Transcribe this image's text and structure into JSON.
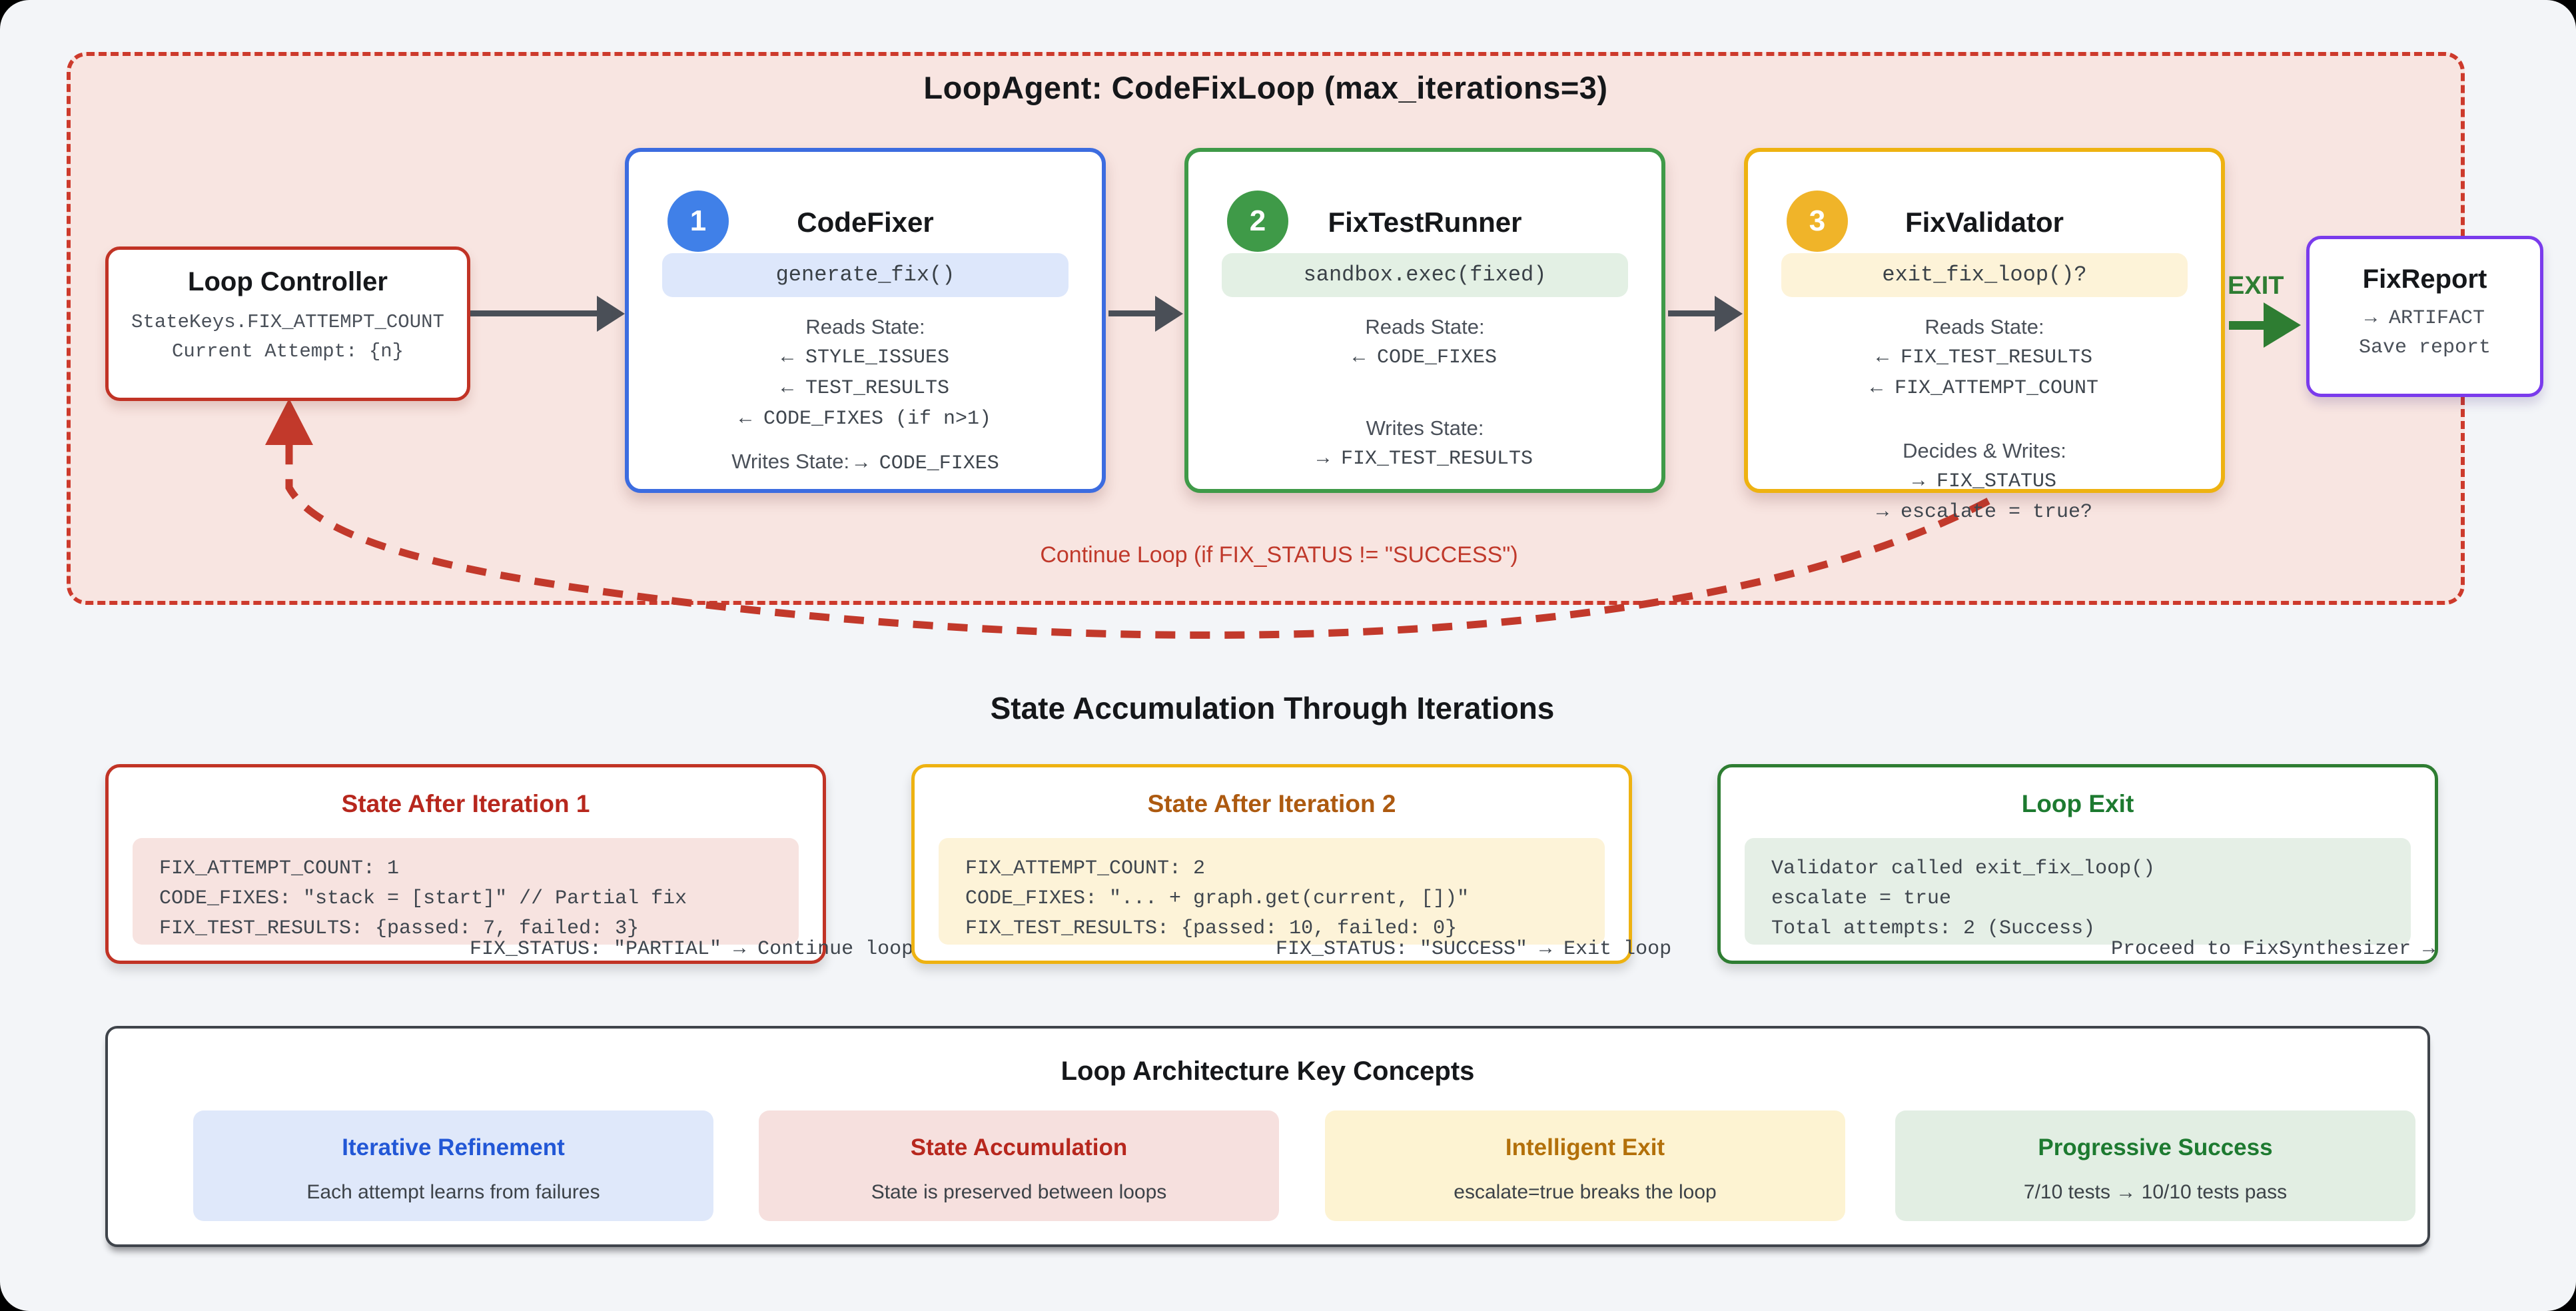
{
  "loop": {
    "title": "LoopAgent: CodeFixLoop (max_iterations=3)",
    "continue_label": "Continue Loop (if FIX_STATUS != \"SUCCESS\")",
    "exit_label": "EXIT"
  },
  "controller": {
    "title": "Loop Controller",
    "lines": [
      "StateKeys.FIX_ATTEMPT_COUNT",
      "Current Attempt: {n}"
    ]
  },
  "agents": [
    {
      "badge": "1",
      "title": "CodeFixer",
      "code_pill": "generate_fix()",
      "reads_label": "Reads State:",
      "reads": [
        "← STYLE_ISSUES",
        "← TEST_RESULTS",
        "← CODE_FIXES (if n>1)"
      ],
      "writes_label": "Writes State:",
      "writes_inline": "→ CODE_FIXES"
    },
    {
      "badge": "2",
      "title": "FixTestRunner",
      "code_pill": "sandbox.exec(fixed)",
      "reads_label": "Reads State:",
      "reads": [
        "← CODE_FIXES"
      ],
      "writes_label": "Writes State:",
      "writes": [
        "→ FIX_TEST_RESULTS"
      ]
    },
    {
      "badge": "3",
      "title": "FixValidator",
      "code_pill": "exit_fix_loop()?",
      "reads_label": "Reads State:",
      "reads": [
        "← FIX_TEST_RESULTS",
        "← FIX_ATTEMPT_COUNT"
      ],
      "writes_label": "Decides & Writes:",
      "writes": [
        "→ FIX_STATUS",
        "→ escalate = true?"
      ]
    }
  ],
  "report": {
    "title": "FixReport",
    "lines": [
      "→ ARTIFACT",
      "Save report"
    ]
  },
  "state_section": {
    "heading": "State Accumulation Through Iterations",
    "cards": [
      {
        "title": "State After Iteration 1",
        "code_lines": [
          "FIX_ATTEMPT_COUNT: 1",
          "CODE_FIXES: \"stack = [start]\" // Partial fix",
          "FIX_TEST_RESULTS: {passed: 7, failed: 3}"
        ],
        "overflow_line": "FIX_STATUS: \"PARTIAL\" → Continue loop"
      },
      {
        "title": "State After Iteration 2",
        "code_lines": [
          "FIX_ATTEMPT_COUNT: 2",
          "CODE_FIXES: \"... + graph.get(current, [])\"",
          "FIX_TEST_RESULTS: {passed: 10, failed: 0}"
        ],
        "overflow_line": "FIX_STATUS: \"SUCCESS\" → Exit loop"
      },
      {
        "title": "Loop Exit",
        "code_lines": [
          "Validator called exit_fix_loop()",
          "escalate = true",
          "Total attempts: 2 (Success)"
        ],
        "overflow_line": "Proceed to FixSynthesizer →"
      }
    ]
  },
  "concepts": {
    "title": "Loop Architecture Key Concepts",
    "cards": [
      {
        "title": "Iterative Refinement",
        "body": "Each attempt learns from failures"
      },
      {
        "title": "State Accumulation",
        "body": "State is preserved between loops"
      },
      {
        "title": "Intelligent Exit",
        "body": "escalate=true breaks the loop"
      },
      {
        "title": "Progressive Success",
        "body": "7/10 tests → 10/10 tests pass"
      }
    ]
  },
  "colors": {
    "loop_bg": "#f8e5e1",
    "loop_border": "#cd3a2c",
    "controller_border": "#c13325",
    "codefixer_accent": "#3c6ce0",
    "testrunner_accent": "#3f9a48",
    "validator_accent": "#eeb211",
    "report_accent": "#7a3bec",
    "exit_green": "#2e7d32",
    "continue_red": "#c0392b",
    "arrow_gray": "#4a4f57"
  }
}
